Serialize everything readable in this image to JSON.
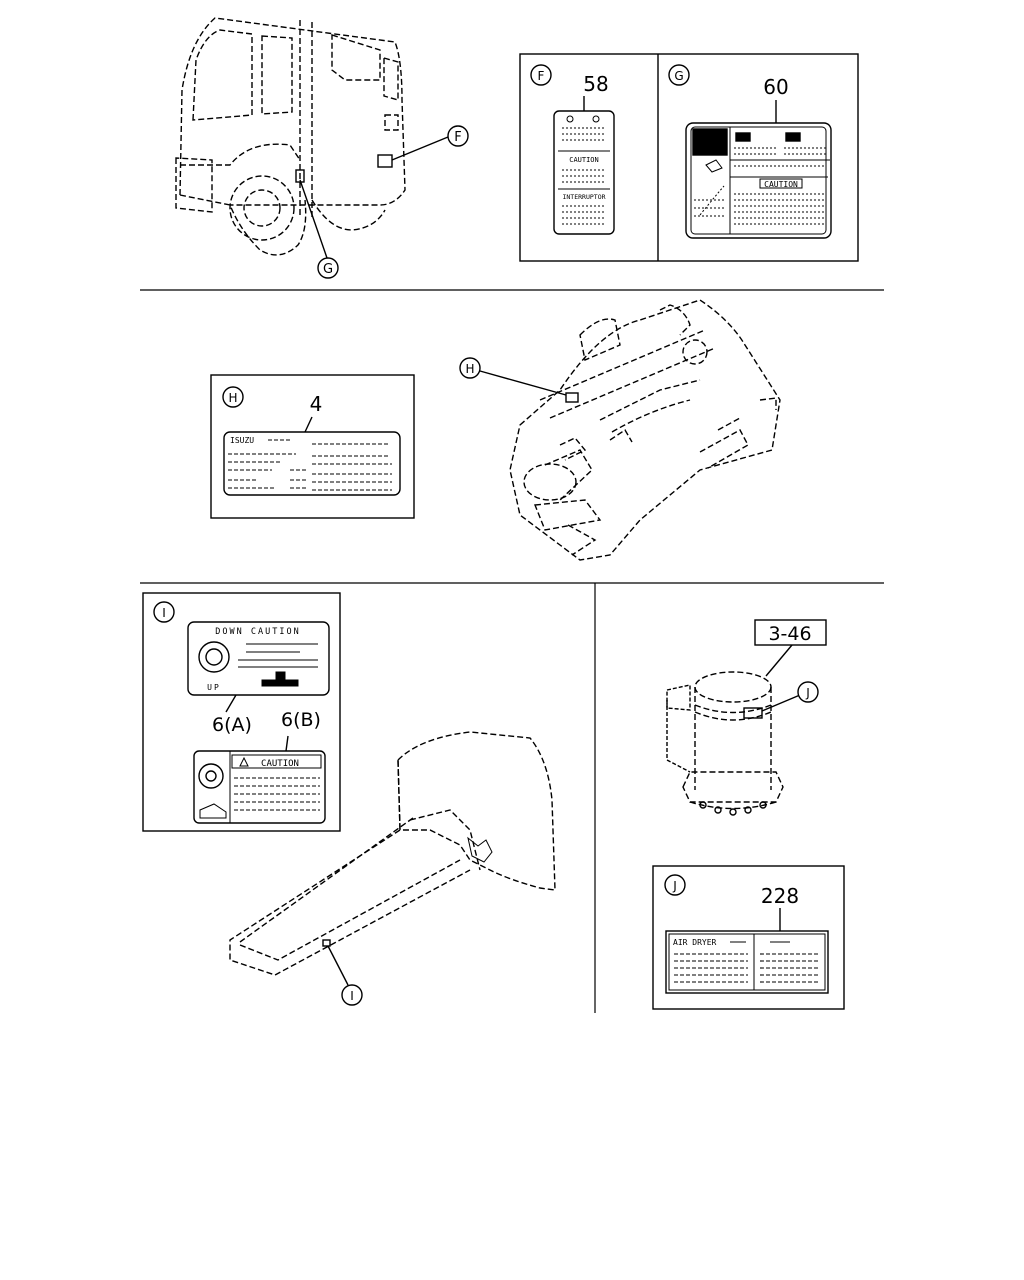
{
  "callouts": {
    "F": "F",
    "G": "G",
    "H": "H",
    "I": "I",
    "J": "J"
  },
  "panels": {
    "F": {
      "letter": "F",
      "part_number": "58",
      "label_words": [
        "CAUTION",
        "INTERRUPTOR"
      ]
    },
    "G": {
      "letter": "G",
      "part_number": "60",
      "label_words": [
        "CAUTION"
      ]
    },
    "H": {
      "letter": "H",
      "part_number": "4",
      "label_words": [
        "ISUZU"
      ]
    },
    "I": {
      "letter": "I",
      "label_a": {
        "part_number": "6(A)",
        "words": [
          "DOWN CAUTION",
          "UP"
        ]
      },
      "label_b": {
        "part_number": "6(B)",
        "words": [
          "CAUTION"
        ]
      }
    },
    "J": {
      "letter": "J",
      "part_number": "228",
      "label_words": [
        "AIR DRYER"
      ]
    }
  },
  "air_dryer_ref": "3-46"
}
